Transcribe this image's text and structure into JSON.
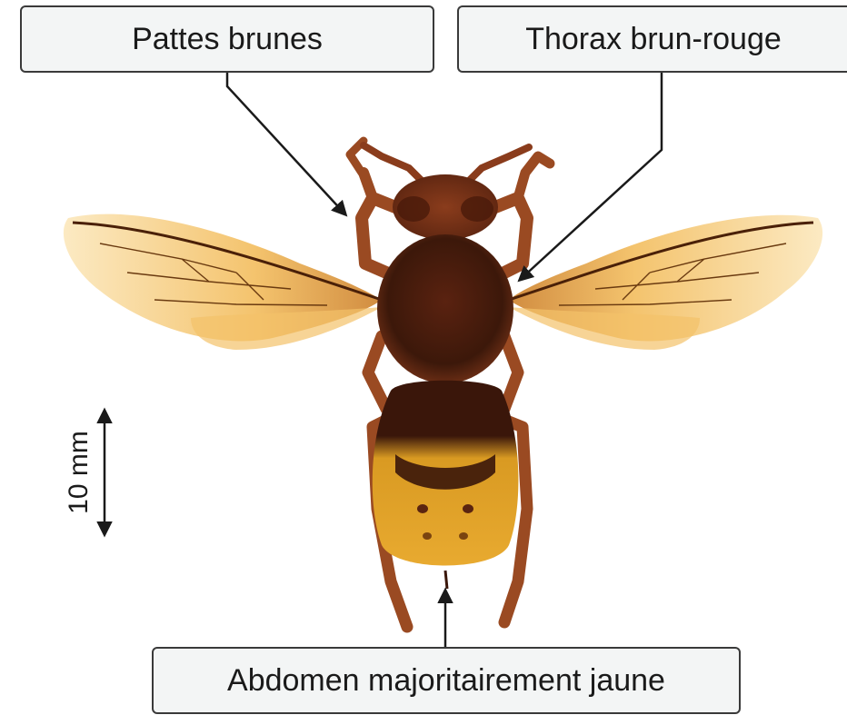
{
  "labels": {
    "legs": "Pattes brunes",
    "thorax": "Thorax brun-rouge",
    "abdomen": "Abdomen majoritairement jaune"
  },
  "scale": {
    "text": "10 mm"
  },
  "colors": {
    "label_background": "#f3f5f5",
    "label_border": "#3a3a3a",
    "wing": "#f0b545",
    "wing_vein": "#6a3a10",
    "thorax": "#4a1e0c",
    "head": "#7a3418",
    "legs": "#9a4a22",
    "abdomen_yellow": "#e8a92a",
    "abdomen_dark": "#3a160a"
  }
}
